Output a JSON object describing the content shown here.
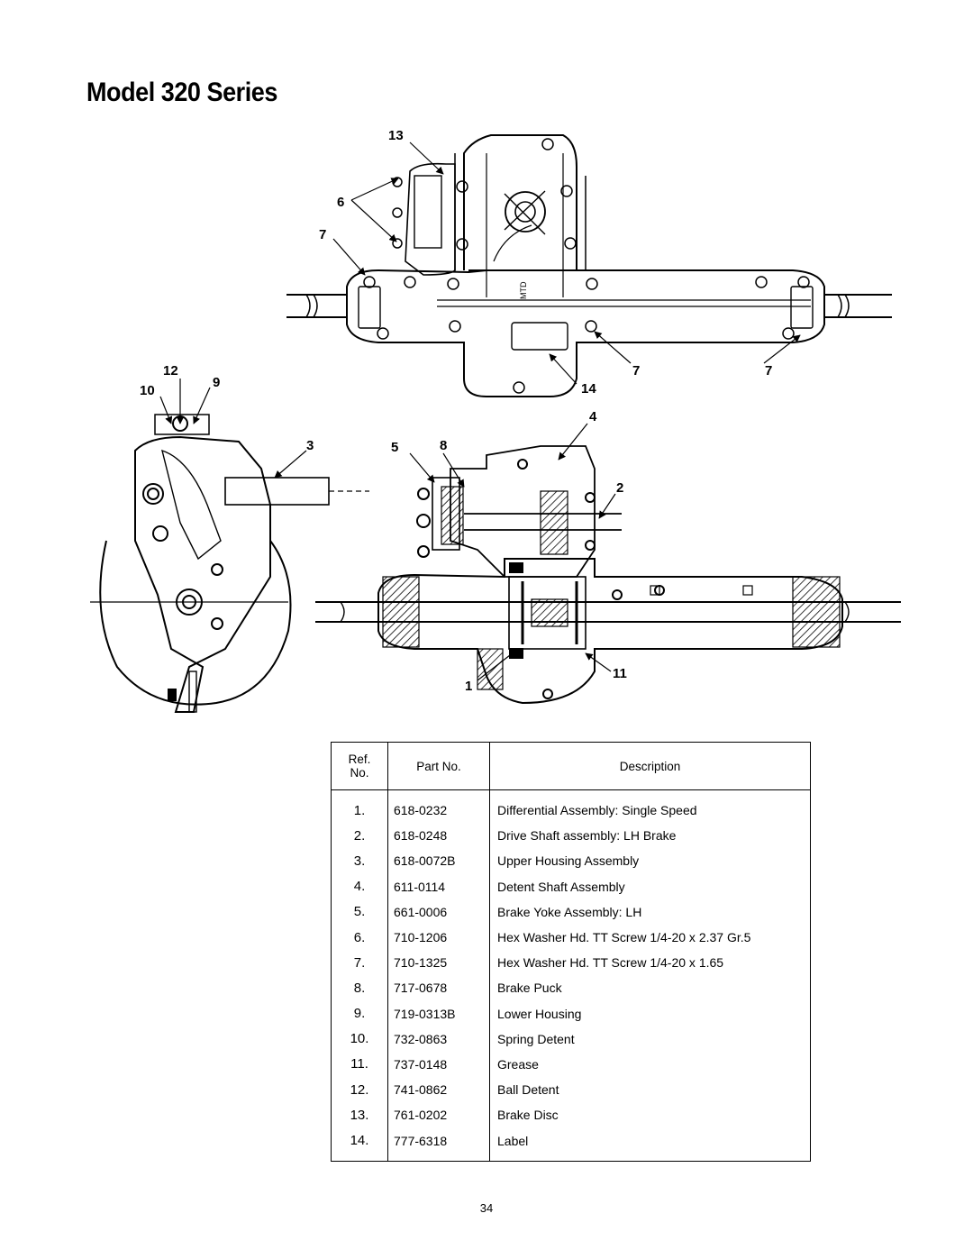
{
  "page": {
    "title": "Model 320 Series",
    "page_number": "34"
  },
  "diagram": {
    "callouts": [
      "13",
      "6",
      "7",
      "12",
      "9",
      "10",
      "7",
      "7",
      "14",
      "4",
      "3",
      "5",
      "8",
      "2",
      "1",
      "11"
    ],
    "housing_marking": "MTD"
  },
  "table": {
    "headers": {
      "ref_line1": "Ref.",
      "ref_line2": "No.",
      "part": "Part No.",
      "desc": "Description"
    },
    "rows": [
      {
        "ref": "1.",
        "part": "618-0232",
        "desc": "Differential Assembly: Single Speed"
      },
      {
        "ref": "2.",
        "part": "618-0248",
        "desc": "Drive Shaft assembly: LH Brake"
      },
      {
        "ref": "3.",
        "part": "618-0072B",
        "desc": "Upper Housing Assembly"
      },
      {
        "ref": "4.",
        "part": "611-0114",
        "desc": "Detent Shaft Assembly"
      },
      {
        "ref": "5.",
        "part": "661-0006",
        "desc": "Brake Yoke Assembly: LH"
      },
      {
        "ref": "6.",
        "part": "710-1206",
        "desc": "Hex Washer Hd. TT Screw 1/4-20 x 2.37 Gr.5"
      },
      {
        "ref": "7.",
        "part": "710-1325",
        "desc": "Hex Washer Hd. TT Screw 1/4-20 x 1.65"
      },
      {
        "ref": "8.",
        "part": "717-0678",
        "desc": "Brake Puck"
      },
      {
        "ref": "9.",
        "part": "719-0313B",
        "desc": "Lower Housing"
      },
      {
        "ref": "10.",
        "part": "732-0863",
        "desc": "Spring Detent"
      },
      {
        "ref": "11.",
        "part": "737-0148",
        "desc": "Grease"
      },
      {
        "ref": "12.",
        "part": "741-0862",
        "desc": "Ball Detent"
      },
      {
        "ref": "13.",
        "part": "761-0202",
        "desc": "Brake Disc"
      },
      {
        "ref": "14.",
        "part": "777-6318",
        "desc": "Label"
      }
    ]
  }
}
